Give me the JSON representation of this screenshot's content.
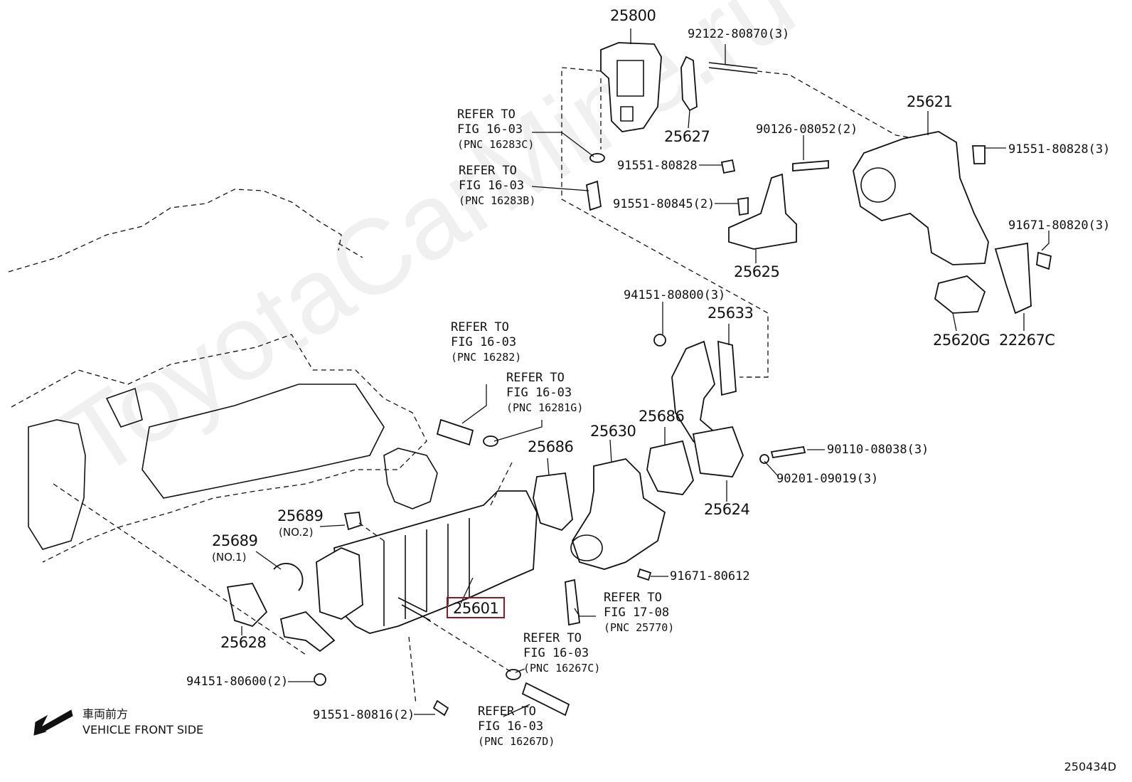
{
  "watermark": "ToyotaCarMine.ru",
  "diagram_code": "250434D",
  "front_side": {
    "jp": "車両前方",
    "en": "VEHICLE FRONT SIDE"
  },
  "highlighted_part": "25601",
  "parts": {
    "p25800": "25800",
    "p92122": "92122-80870(3)",
    "p25621": "25621",
    "p25627": "25627",
    "p90126": "90126-08052(2)",
    "p91551_80828": "91551-80828",
    "p91551_80828_3": "91551-80828(3)",
    "p91551_80845": "91551-80845(2)",
    "p91671_80820": "91671-80820(3)",
    "p25625": "25625",
    "p94151_80800": "94151-80800(3)",
    "p25633": "25633",
    "p25620G": "25620G",
    "p22267C": "22267C",
    "p25686a": "25686",
    "p25686b": "25686",
    "p25630": "25630",
    "p90110": "90110-08038(3)",
    "p90201": "90201-09019(3)",
    "p25624": "25624",
    "p25689_no2": "25689",
    "p25689_no2_sub": "(NO.2)",
    "p25689_no1": "25689",
    "p25689_no1_sub": "(NO.1)",
    "p91671_80612": "91671-80612",
    "p25628": "25628",
    "p94151_80600": "94151-80600(2)",
    "p91551_80816": "91551-80816(2)",
    "p25601": "25601"
  },
  "references": {
    "r16283C": {
      "l1": "REFER TO",
      "l2": "FIG 16-03",
      "l3": "(PNC 16283C)"
    },
    "r16283B": {
      "l1": "REFER TO",
      "l2": "FIG 16-03",
      "l3": "(PNC 16283B)"
    },
    "r16282": {
      "l1": "REFER TO",
      "l2": "FIG 16-03",
      "l3": "(PNC 16282)"
    },
    "r16281G": {
      "l1": "REFER TO",
      "l2": "FIG 16-03",
      "l3": "(PNC 16281G)"
    },
    "r25770": {
      "l1": "REFER TO",
      "l2": "FIG 17-08",
      "l3": "(PNC 25770)"
    },
    "r16267C": {
      "l1": "REFER TO",
      "l2": "FIG 16-03",
      "l3": "(PNC 16267C)"
    },
    "r16267D": {
      "l1": "REFER TO",
      "l2": "FIG 16-03",
      "l3": "(PNC 16267D)"
    }
  }
}
